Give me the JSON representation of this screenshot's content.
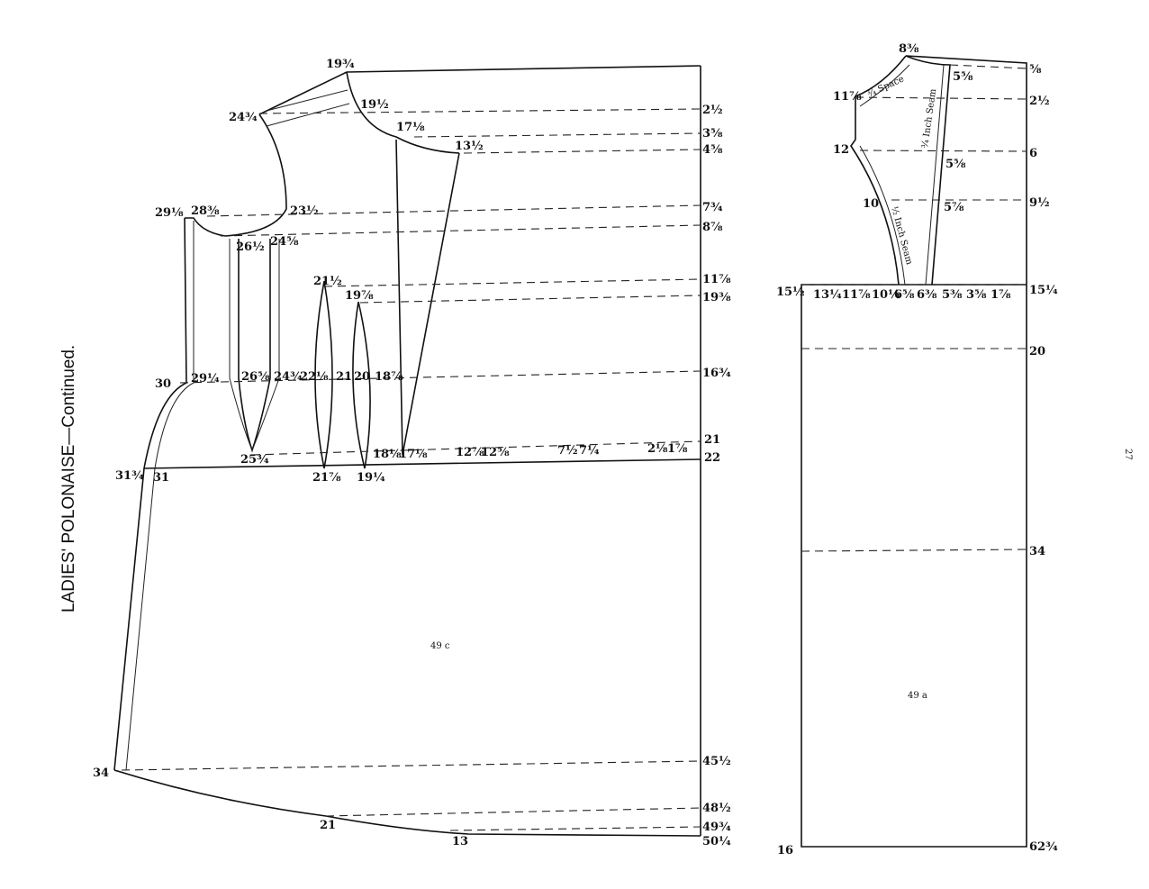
{
  "title": "LADIES' POLONAISE—Continued.",
  "page_number": "27",
  "back_piece": {
    "name": "49 c",
    "labels": [
      "19¾",
      "24¾",
      "19½",
      "17⅛",
      "13½",
      "2½",
      "3⅝",
      "4⅝",
      "7¾",
      "8⅞",
      "29⅛",
      "28⅜",
      "23½",
      "26½",
      "24⅝",
      "21½",
      "19⅞",
      "11⅞",
      "19⅜",
      "30",
      "29¼",
      "26⅝",
      "24¾",
      "22⅛",
      "21",
      "20",
      "18⅞",
      "16¾",
      "25¾",
      "18⅛",
      "17⅛",
      "12⅞",
      "12⅝",
      "7½",
      "7¼",
      "2⅛",
      "1⅞",
      "21",
      "22",
      "31¾",
      "31",
      "21⅞",
      "19¼",
      "34",
      "21",
      "13",
      "45½",
      "48½",
      "49¾",
      "50¼"
    ]
  },
  "sleeve_piece": {
    "name": "49 a",
    "labels": [
      "8⅜",
      "⅝",
      "5⅝",
      "11⅞",
      "2½",
      "12",
      "6",
      "5⅝",
      "10",
      "5⅞",
      "9½",
      "15½",
      "13¼",
      "11⅞",
      "10¼",
      "6⅝",
      "6⅜",
      "5⅜",
      "3⅝",
      "1⅞",
      "15¼",
      "20",
      "34",
      "16",
      "62¾"
    ],
    "seam_notes": [
      "¾ Space",
      "¾ Inch Seam",
      "½ Inch Seam"
    ]
  }
}
